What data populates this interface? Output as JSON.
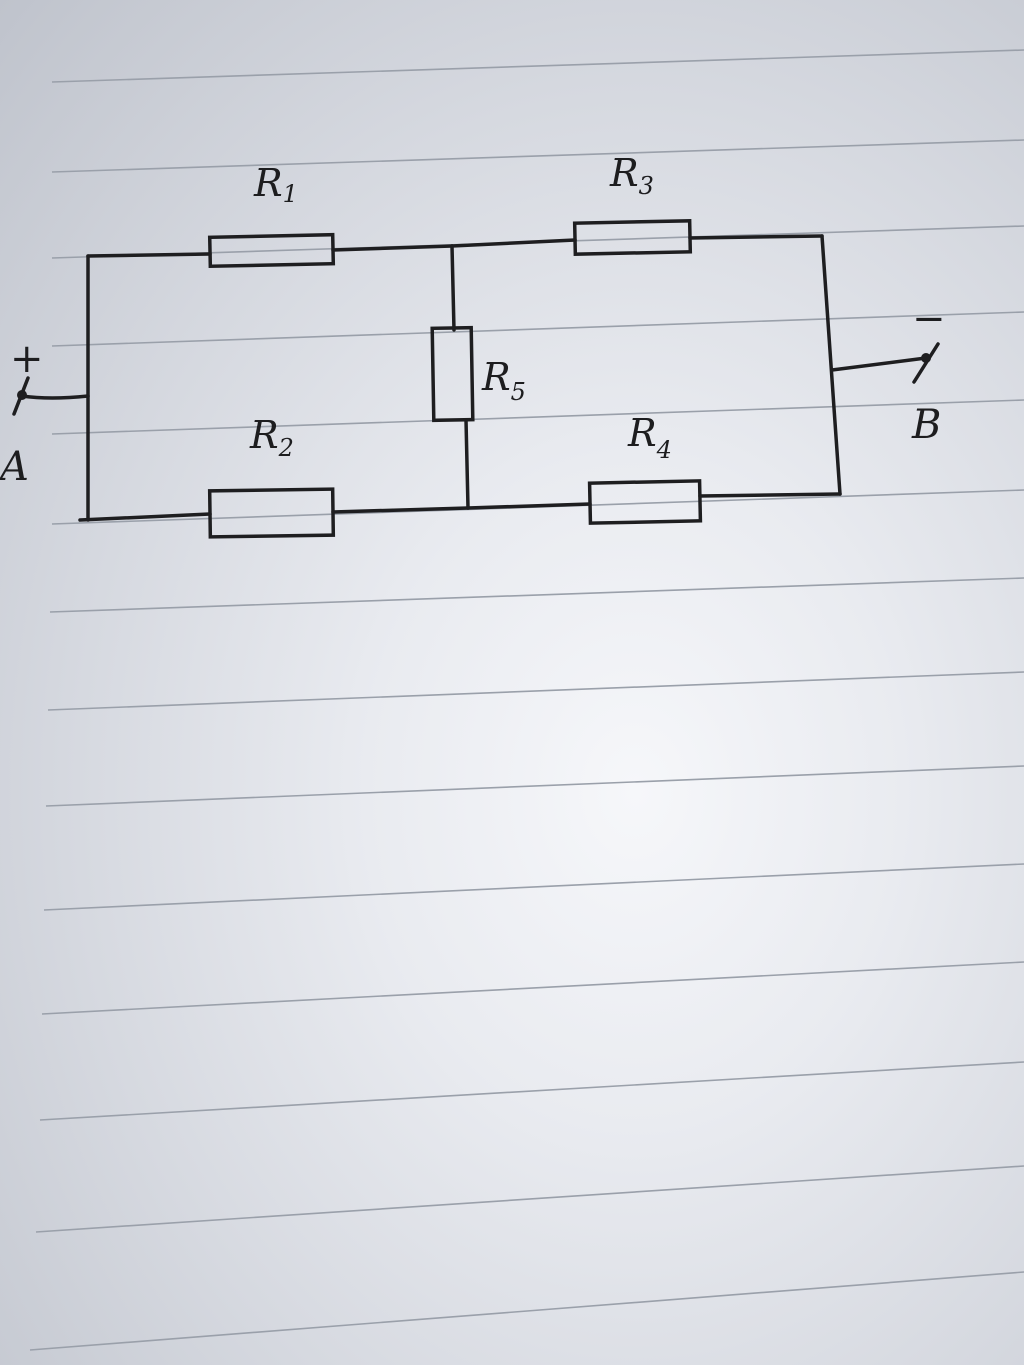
{
  "diagram": {
    "type": "circuit",
    "description_nodes": [
      "A",
      "B"
    ],
    "resistors": [
      {
        "id": "R1",
        "letter": "R",
        "index": "1"
      },
      {
        "id": "R2",
        "letter": "R",
        "index": "2"
      },
      {
        "id": "R3",
        "letter": "R",
        "index": "3"
      },
      {
        "id": "R4",
        "letter": "R",
        "index": "4"
      },
      {
        "id": "R5",
        "letter": "R",
        "index": "5"
      }
    ],
    "terminals": {
      "a": {
        "name": "A",
        "polarity": "+"
      },
      "b": {
        "name": "B",
        "polarity": "−"
      }
    },
    "connections": [
      [
        "A",
        "R1"
      ],
      [
        "A",
        "R2"
      ],
      [
        "R1",
        "R3"
      ],
      [
        "R2",
        "R4"
      ],
      [
        "R3",
        "B"
      ],
      [
        "R4",
        "B"
      ],
      [
        "R1-R3 node",
        "R5"
      ],
      [
        "R5",
        "R2-R4 node"
      ]
    ],
    "colors": {
      "ink": "#1e1e20",
      "ruling": "#9aa0aa"
    }
  }
}
